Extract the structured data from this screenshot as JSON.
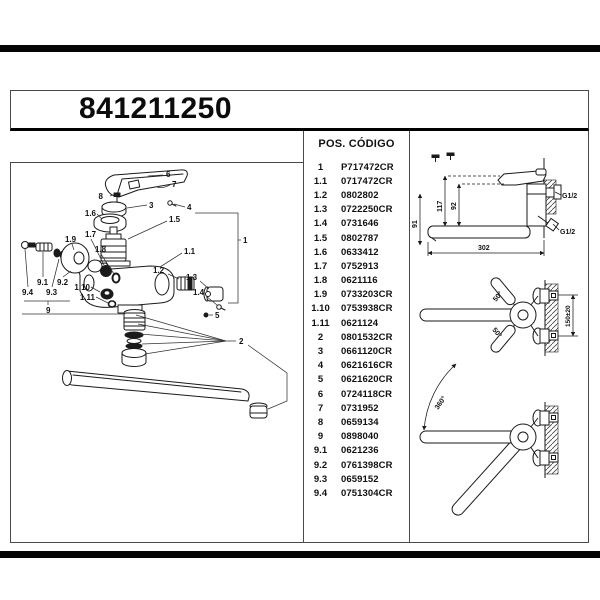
{
  "title": "841211250",
  "parts_table": {
    "header": "POS. CÓDIGO",
    "rows": [
      {
        "pos": "1",
        "code": "P717472CR"
      },
      {
        "pos": "1.1",
        "code": "0717472CR"
      },
      {
        "pos": "1.2",
        "code": "0802802"
      },
      {
        "pos": "1.3",
        "code": "0722250CR"
      },
      {
        "pos": "1.4",
        "code": "0731646"
      },
      {
        "pos": "1.5",
        "code": "0802787"
      },
      {
        "pos": "1.6",
        "code": "0633412"
      },
      {
        "pos": "1.7",
        "code": "0752913"
      },
      {
        "pos": "1.8",
        "code": "0621116"
      },
      {
        "pos": "1.9",
        "code": "0733203CR"
      },
      {
        "pos": "1.10",
        "code": "0753938CR"
      },
      {
        "pos": "1.11",
        "code": "0621124"
      },
      {
        "pos": "2",
        "code": "0801532CR"
      },
      {
        "pos": "3",
        "code": "0661120CR"
      },
      {
        "pos": "4",
        "code": "0621616CR"
      },
      {
        "pos": "5",
        "code": "0621620CR"
      },
      {
        "pos": "6",
        "code": "0724118CR"
      },
      {
        "pos": "7",
        "code": "0731952"
      },
      {
        "pos": "8",
        "code": "0659134"
      },
      {
        "pos": "9",
        "code": "0898040"
      },
      {
        "pos": "9.1",
        "code": "0621236"
      },
      {
        "pos": "9.2",
        "code": "0761398CR"
      },
      {
        "pos": "9.3",
        "code": "0659152"
      },
      {
        "pos": "9.4",
        "code": "0751304CR"
      }
    ]
  },
  "exploded_labels": {
    "l6": "6",
    "l7": "7",
    "l4": "4",
    "l8": "8",
    "l3": "3",
    "l1_6": "1.6",
    "l1_5": "1.5",
    "l1_1": "1.1",
    "l1": "1",
    "l1_9": "1.9",
    "l1_7": "1.7",
    "l1_8": "1.8",
    "l1_2": "1.2",
    "l1_3": "1.3",
    "l1_4": "1.4",
    "l5": "5",
    "l1_10": "1.10",
    "l1_11": "1.11",
    "l9_1": "9.1",
    "l9_2": "9.2",
    "l9_3": "9.3",
    "l9_4": "9.4",
    "l9": "9",
    "l2": "2"
  },
  "dimension_view": {
    "d117": "117",
    "d92": "92",
    "d91": "91",
    "d302": "302",
    "g_top": "G1/2",
    "g_bottom": "G1/2"
  },
  "angle_view": {
    "a50_top": "50°",
    "a50_bottom": "50°",
    "range": "150±20",
    "a360": "360°"
  }
}
